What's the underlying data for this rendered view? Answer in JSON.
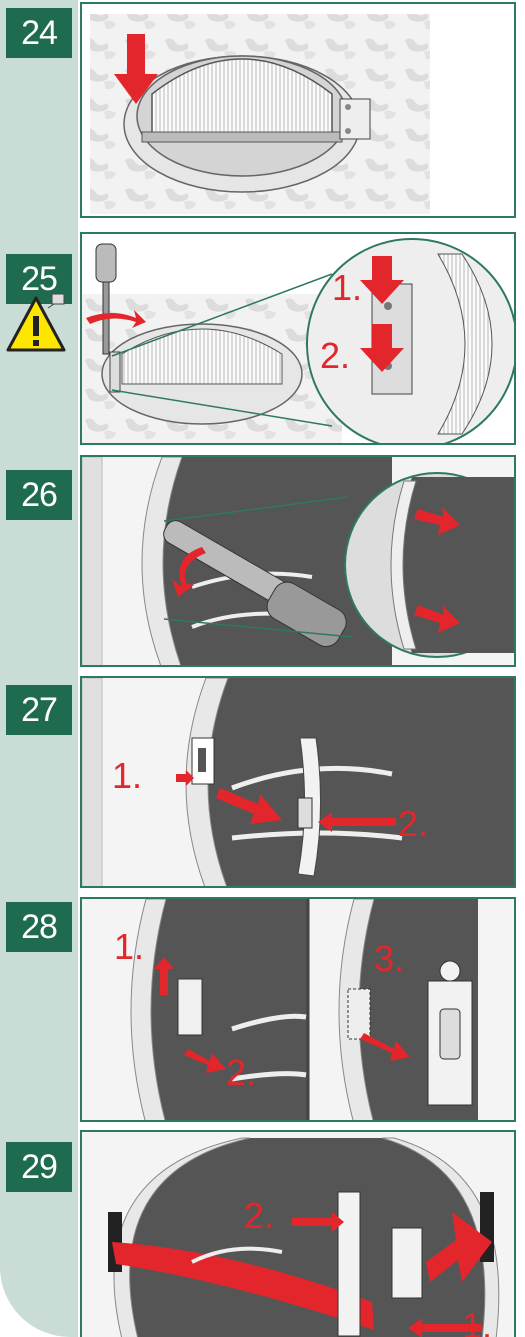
{
  "steps": [
    {
      "number": "24"
    },
    {
      "number": "25",
      "labels": [
        "1.",
        "2."
      ]
    },
    {
      "number": "26"
    },
    {
      "number": "27",
      "labels": [
        "1.",
        "2."
      ]
    },
    {
      "number": "28",
      "labels": [
        "1.",
        "2.",
        "3."
      ]
    },
    {
      "number": "29",
      "labels": [
        "2.",
        "1."
      ]
    }
  ],
  "colors": {
    "accent_green": "#1f6b4f",
    "sidebar": "#c9ddd6",
    "frame_border": "#2d7a5f",
    "arrow_red": "#e3262b",
    "drum_dark": "#555555"
  },
  "icons": [
    "warning-triangle-icon",
    "screw-icon"
  ]
}
